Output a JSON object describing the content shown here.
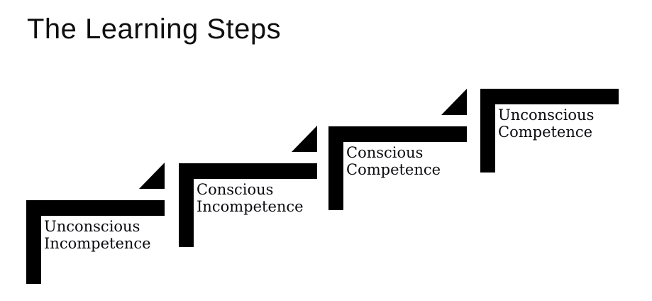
{
  "title": "The Learning Steps",
  "colors": {
    "background": "#ffffff",
    "step_shape": "#000000",
    "arrow": "#000000",
    "label_text": "#0a0a0f",
    "title_text": "#0f0f0f"
  },
  "steps": [
    {
      "id": "unconscious-incompetence",
      "lines": [
        "Unconscious",
        "Incompetence"
      ],
      "arrow_to_next": true
    },
    {
      "id": "conscious-incompetence",
      "lines": [
        "Conscious",
        "Incompetence"
      ],
      "arrow_to_next": true
    },
    {
      "id": "conscious-competence",
      "lines": [
        "Conscious",
        "Competence"
      ],
      "arrow_to_next": true
    },
    {
      "id": "unconscious-competence",
      "lines": [
        "Unconscious",
        "Competence"
      ],
      "arrow_to_next": false
    }
  ]
}
